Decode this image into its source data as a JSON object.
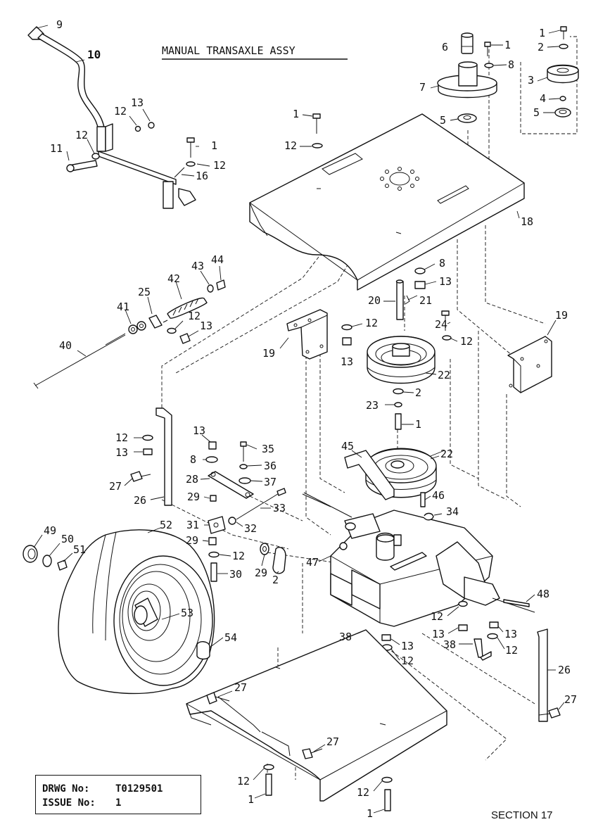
{
  "title": "MANUAL TRANSAXLE ASSY",
  "drawing": {
    "drwg_label": "DRWG No:",
    "drwg_value": "T0129501",
    "issue_label": "ISSUE No:",
    "issue_value": "1"
  },
  "section": "SECTION 17",
  "callouts": [
    {
      "n": "9"
    },
    {
      "n": "10"
    },
    {
      "n": "13"
    },
    {
      "n": "12"
    },
    {
      "n": "12"
    },
    {
      "n": "11"
    },
    {
      "n": "1"
    },
    {
      "n": "12"
    },
    {
      "n": "16"
    },
    {
      "n": "1"
    },
    {
      "n": "12"
    },
    {
      "n": "6"
    },
    {
      "n": "1"
    },
    {
      "n": "8"
    },
    {
      "n": "7"
    },
    {
      "n": "5"
    },
    {
      "n": "1"
    },
    {
      "n": "2"
    },
    {
      "n": "3"
    },
    {
      "n": "4"
    },
    {
      "n": "5"
    },
    {
      "n": "18"
    },
    {
      "n": "8"
    },
    {
      "n": "13"
    },
    {
      "n": "20"
    },
    {
      "n": "21"
    },
    {
      "n": "12"
    },
    {
      "n": "13"
    },
    {
      "n": "24"
    },
    {
      "n": "12"
    },
    {
      "n": "19"
    },
    {
      "n": "19"
    },
    {
      "n": "22"
    },
    {
      "n": "2"
    },
    {
      "n": "23"
    },
    {
      "n": "1"
    },
    {
      "n": "45"
    },
    {
      "n": "22"
    },
    {
      "n": "46"
    },
    {
      "n": "34"
    },
    {
      "n": "44"
    },
    {
      "n": "43"
    },
    {
      "n": "42"
    },
    {
      "n": "41"
    },
    {
      "n": "25"
    },
    {
      "n": "12"
    },
    {
      "n": "13"
    },
    {
      "n": "40"
    },
    {
      "n": "12"
    },
    {
      "n": "13"
    },
    {
      "n": "27"
    },
    {
      "n": "26"
    },
    {
      "n": "13"
    },
    {
      "n": "35"
    },
    {
      "n": "8"
    },
    {
      "n": "36"
    },
    {
      "n": "28"
    },
    {
      "n": "37"
    },
    {
      "n": "29"
    },
    {
      "n": "33"
    },
    {
      "n": "31"
    },
    {
      "n": "32"
    },
    {
      "n": "29"
    },
    {
      "n": "12"
    },
    {
      "n": "30"
    },
    {
      "n": "29"
    },
    {
      "n": "2"
    },
    {
      "n": "52"
    },
    {
      "n": "49"
    },
    {
      "n": "50"
    },
    {
      "n": "51"
    },
    {
      "n": "53"
    },
    {
      "n": "54"
    },
    {
      "n": "47"
    },
    {
      "n": "48"
    },
    {
      "n": "12"
    },
    {
      "n": "13"
    },
    {
      "n": "13"
    },
    {
      "n": "38"
    },
    {
      "n": "13"
    },
    {
      "n": "12"
    },
    {
      "n": "38"
    },
    {
      "n": "12"
    },
    {
      "n": "26"
    },
    {
      "n": "27"
    },
    {
      "n": "27"
    },
    {
      "n": "27"
    },
    {
      "n": "12"
    },
    {
      "n": "1"
    },
    {
      "n": "12"
    },
    {
      "n": "1"
    }
  ]
}
